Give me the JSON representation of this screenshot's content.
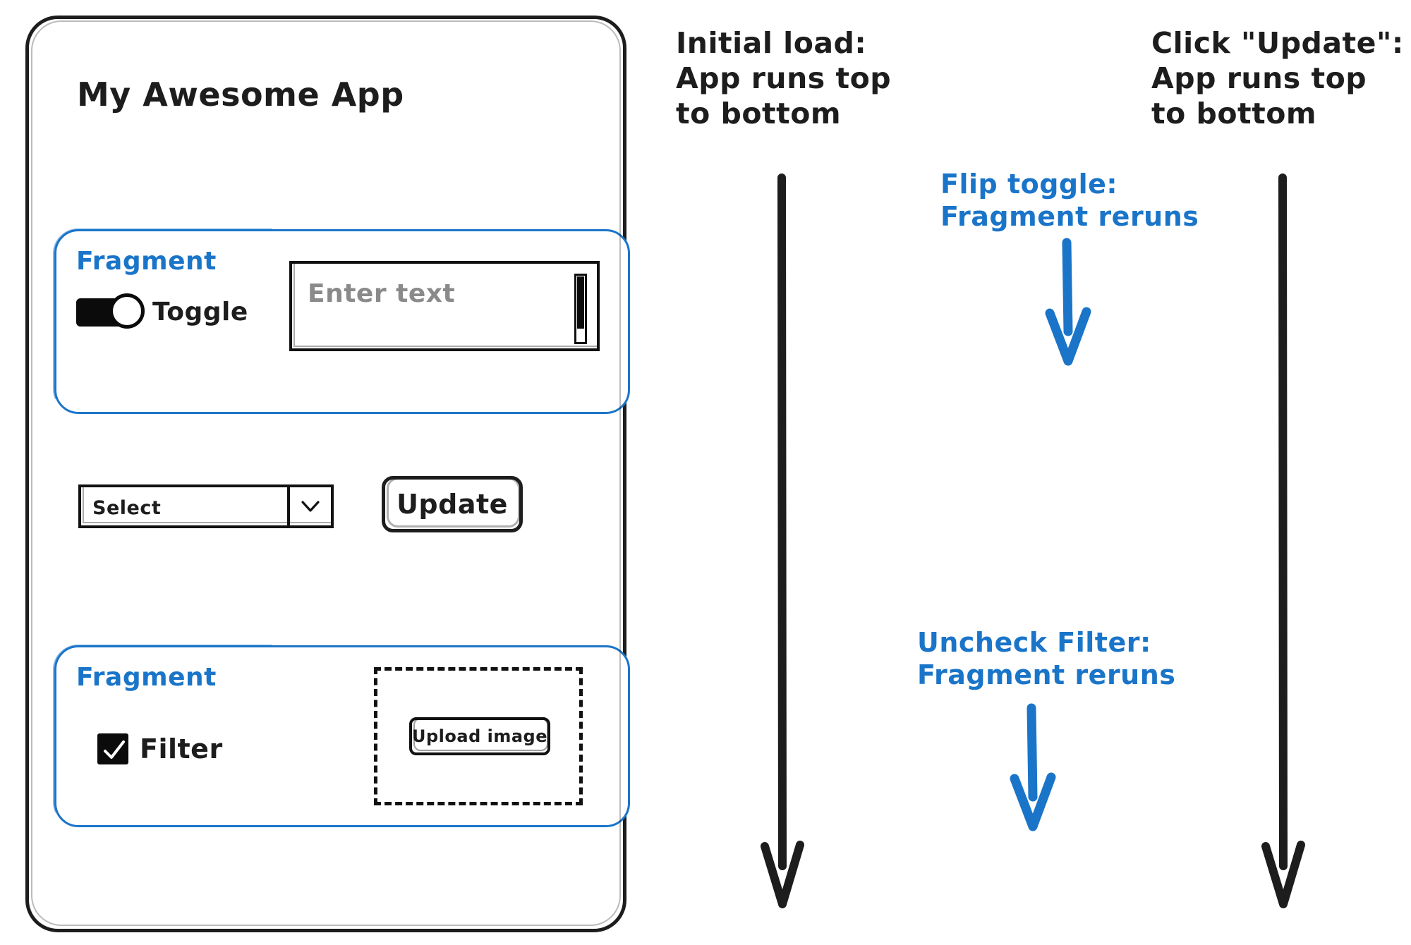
{
  "app": {
    "title": "My Awesome App",
    "fragment_a": {
      "label": "Fragment",
      "toggle_label": "Toggle",
      "toggle_state": "on",
      "textarea_placeholder": "Enter text",
      "textarea_value": ""
    },
    "controls": {
      "select_value": "Select",
      "select_caret_icon": "chevron-down-icon",
      "update_label": "Update"
    },
    "fragment_b": {
      "label": "Fragment",
      "checkbox_label": "Filter",
      "checkbox_state": "checked",
      "checkbox_icon": "checkmark-icon",
      "dropzone_label": "Upload image"
    }
  },
  "annotations": {
    "initial_load": "Initial load:\nApp runs top\nto bottom",
    "flip_toggle": "Flip toggle:\nFragment reruns",
    "uncheck_filter": "Uncheck Filter:\nFragment reruns",
    "click_update": "Click \"Update\":\nApp runs top\nto bottom"
  },
  "colors": {
    "ink": "#1d1d1d",
    "accent": "#1a75c9",
    "placeholder": "#8a8a8a",
    "paper": "#ffffff"
  }
}
